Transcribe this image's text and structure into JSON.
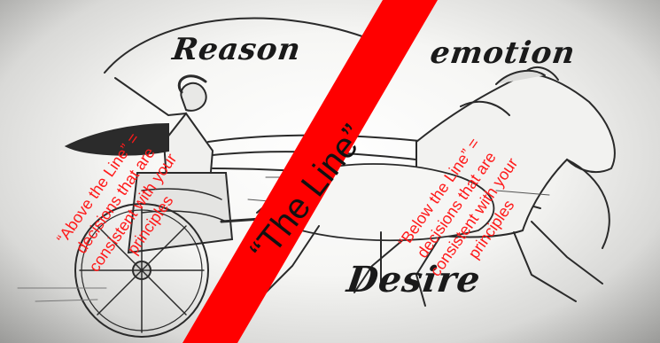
{
  "sketch_words": {
    "reason": "Reason",
    "emotion": "emotion",
    "desire": "Desire"
  },
  "line_label": "“The Line”",
  "above_note": {
    "lines": [
      "“Above the Line” =",
      "decisions that are",
      "consistent with your",
      "principles"
    ]
  },
  "below_note": {
    "lines": [
      "“Below the Line” =",
      "decisions that are",
      "consistent with your",
      "principles"
    ]
  },
  "colors": {
    "band": "#ff0000",
    "note_text": "#ff1a1a",
    "sketch_ink": "#1a1a1a"
  }
}
